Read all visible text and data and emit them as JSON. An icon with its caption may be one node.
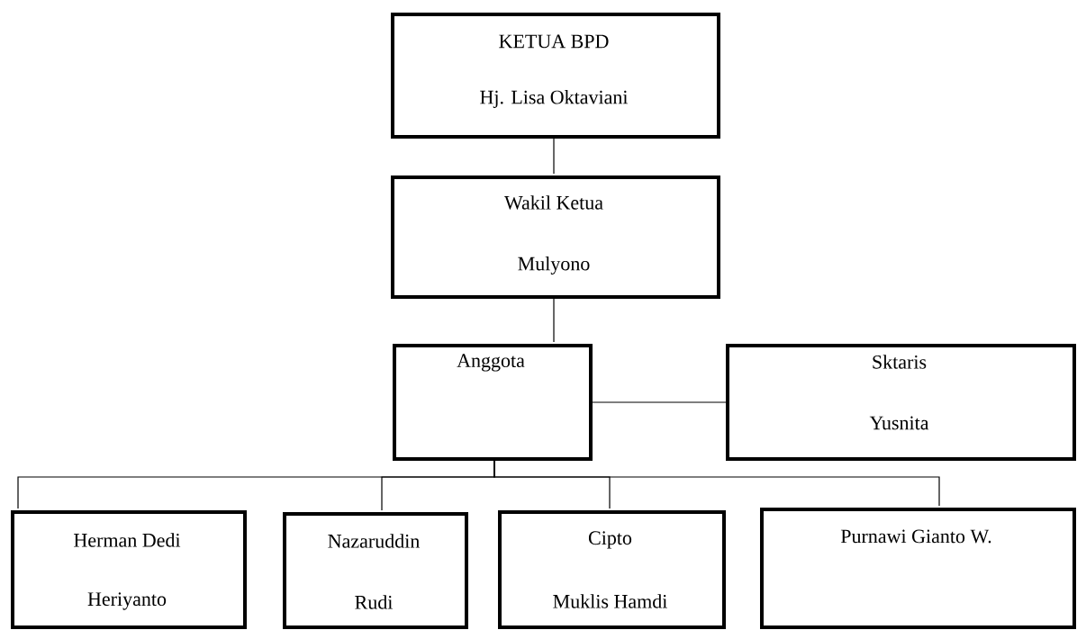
{
  "diagram": {
    "nodes": [
      {
        "text": [
          "KETUA BPD",
          "Hj. Lisa Oktaviani"
        ]
      },
      {
        "text": [
          "Wakil Ketua",
          "Mulyono"
        ]
      },
      {
        "text": [
          "Anggota"
        ]
      },
      {
        "text": [
          "Sktaris",
          "Yusnita"
        ]
      },
      {
        "text": [
          "Herman Dedi",
          "Heriyanto"
        ]
      },
      {
        "text": [
          "Nazaruddin",
          "Rudi"
        ]
      },
      {
        "text": [
          "Cipto",
          "Muklis Hamdi"
        ]
      },
      {
        "text": [
          "Purnawi Gianto W."
        ]
      }
    ],
    "edges": [
      {
        "from": 0,
        "to": 1,
        "arrow": "none"
      },
      {
        "from": 1,
        "to": 2,
        "arrow": "none"
      },
      {
        "from": 2,
        "to": 3,
        "arrow": "none"
      },
      {
        "from": 2,
        "to": 4,
        "arrow": "none"
      },
      {
        "from": 2,
        "to": 5,
        "arrow": "none"
      },
      {
        "from": 2,
        "to": 6,
        "arrow": "none"
      },
      {
        "from": 2,
        "to": 7,
        "arrow": "none"
      }
    ]
  }
}
